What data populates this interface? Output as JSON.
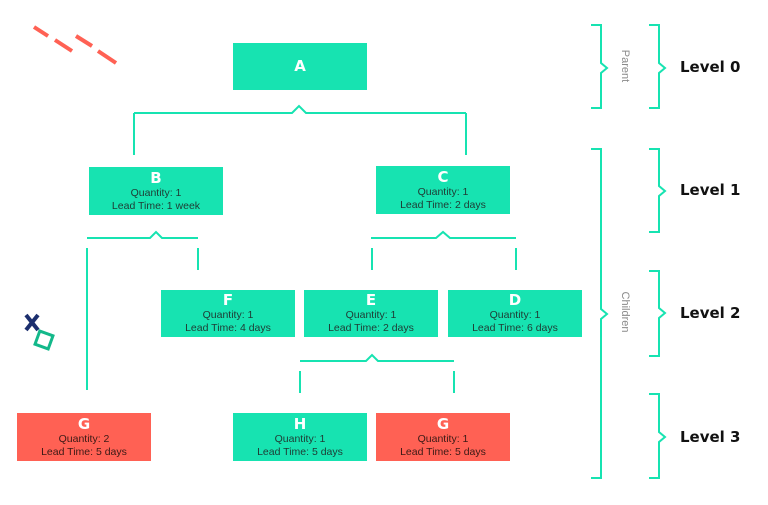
{
  "nodes": {
    "A": {
      "name": "A"
    },
    "B": {
      "name": "B",
      "quantity": "Quantity: 1",
      "lead": "Lead Time: 1 week"
    },
    "C": {
      "name": "C",
      "quantity": "Quantity: 1",
      "lead": "Lead Time: 2 days"
    },
    "F": {
      "name": "F",
      "quantity": "Quantity: 1",
      "lead": "Lead Time: 4 days"
    },
    "E": {
      "name": "E",
      "quantity": "Quantity: 1",
      "lead": "Lead Time: 2 days"
    },
    "D": {
      "name": "D",
      "quantity": "Quantity: 1",
      "lead": "Lead Time: 6 days"
    },
    "G1": {
      "name": "G",
      "quantity": "Quantity: 2",
      "lead": "Lead Time: 5 days"
    },
    "H": {
      "name": "H",
      "quantity": "Quantity: 1",
      "lead": "Lead Time: 5 days"
    },
    "G2": {
      "name": "G",
      "quantity": "Quantity: 1",
      "lead": "Lead Time: 5 days"
    }
  },
  "levels": [
    "Level 0",
    "Level 1",
    "Level 2",
    "Level 3"
  ],
  "groups": {
    "parent": "Parent",
    "children": "Children"
  },
  "colors": {
    "node": "#17e3b1",
    "highlight": "#ff6154",
    "line": "#17e3b1",
    "accent_red": "#ff6154",
    "accent_navy": "#1c2f6e",
    "accent_green": "#13b88a"
  }
}
